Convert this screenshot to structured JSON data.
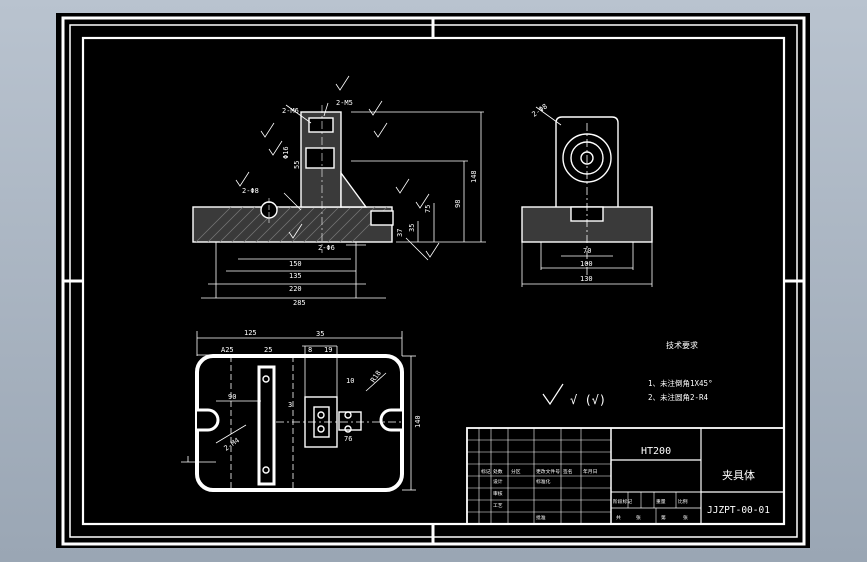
{
  "drawing": {
    "material": "HT200",
    "part_name": "夹具体",
    "drawing_number": "JJZPT-00-01",
    "roughness_symbols": "√ (√)",
    "technical_requirements": {
      "title": "技术要求",
      "items": [
        "1、未注倒角1X45°",
        "2、未注圆角2-R4"
      ]
    },
    "title_block": {
      "row_labels": [
        "标记",
        "处数",
        "分区",
        "更改文件号",
        "签名",
        "年月日"
      ],
      "role_labels": [
        "设计",
        "标准化",
        "审核",
        "工艺",
        "批准"
      ],
      "stage_labels": [
        "阶段标记",
        "重量",
        "比例"
      ],
      "sheet_labels": [
        "共",
        "张",
        "第",
        "张"
      ]
    },
    "front_view_dims": {
      "overall_width": "285",
      "base_width": "220",
      "width_135": "135",
      "width_150": "150",
      "height_148": "148",
      "height_98": "98",
      "height_75": "75",
      "height_35": "35",
      "height_37": "37",
      "phi_16": "Φ16",
      "dim_55": "55",
      "hole_note": "2-Φ8",
      "hole_note_2": "2-Φ6",
      "thread_note": "2-M5",
      "thread_note_2": "2-M6"
    },
    "side_view_dims": {
      "width_70": "70",
      "width_100": "100",
      "width_130": "130",
      "hole_note": "2-Φ8"
    },
    "top_view_dims": {
      "width_125": "125",
      "width_35": "35",
      "width_25": "25",
      "dim_a25": "A25",
      "dim_8": "8",
      "dim_19": "19",
      "dim_90": "90",
      "height_140": "140",
      "radius": "R18",
      "thread_note": "2-M4",
      "dim_3": "3",
      "dim_76": "76",
      "dim_10": "10"
    }
  }
}
